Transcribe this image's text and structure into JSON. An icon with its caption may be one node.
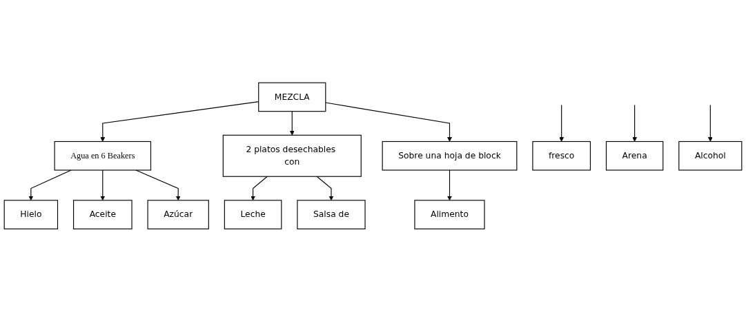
{
  "diagram": {
    "nodes": [
      {
        "text": [
          "MEZCLA"
        ]
      },
      {
        "text": [
          "Agua en 6 Beakers"
        ]
      },
      {
        "text": [
          "2 platos desechables con"
        ]
      },
      {
        "text": [
          "Sobre una hoja de block"
        ]
      },
      {
        "text": [
          "Hielo"
        ]
      },
      {
        "text": [
          "fresco"
        ]
      },
      {
        "text": [
          "Aceite"
        ]
      },
      {
        "text": [
          "Arena"
        ]
      },
      {
        "text": [
          "Azúcar"
        ]
      },
      {
        "text": [
          "Alcohol"
        ]
      },
      {
        "text": [
          "Leche"
        ]
      },
      {
        "text": [
          "Salsa de"
        ]
      },
      {
        "text": [
          "Alimento"
        ]
      }
    ],
    "edges": [
      {
        "from": 0,
        "to": 1,
        "arrow": "to"
      },
      {
        "from": 0,
        "to": 2,
        "arrow": "to"
      },
      {
        "from": 0,
        "to": 3,
        "arrow": "to"
      },
      {
        "from": 1,
        "to": 4,
        "arrow": "to"
      },
      {
        "from": null,
        "to": 5,
        "arrow": "to"
      },
      {
        "from": 1,
        "to": 6,
        "arrow": "to"
      },
      {
        "from": null,
        "to": 7,
        "arrow": "to"
      },
      {
        "from": 1,
        "to": 8,
        "arrow": "to"
      },
      {
        "from": null,
        "to": 9,
        "arrow": "to"
      },
      {
        "from": 2,
        "to": 10,
        "arrow": "to"
      },
      {
        "from": 2,
        "to": 11,
        "arrow": "to"
      },
      {
        "from": 3,
        "to": 12,
        "arrow": "to"
      }
    ]
  }
}
